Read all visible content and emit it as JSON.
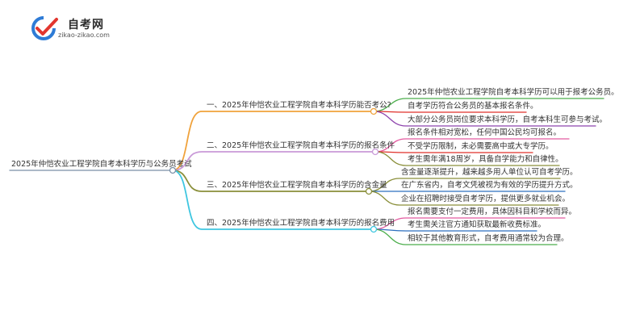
{
  "logo": {
    "name": "自考网",
    "domain": "zikao-zikao.com"
  },
  "colors": {
    "root_line": "#7a8fa6",
    "branch_1": "#f0a23b",
    "branch_2": "#c99ad8",
    "branch_3": "#8a8f3a",
    "branch_4": "#3ec6e0",
    "leaf_green": "#4cae4c",
    "leaf_red": "#e0312b",
    "leaf_purple": "#8e44ad",
    "leaf_pink": "#e45aa0",
    "leaf_olive": "#8a8f3a",
    "leaf_blue": "#2c6fbf",
    "logo_blue": "#2e7bd6",
    "logo_red": "#e2362f"
  },
  "root": {
    "label": "2025年仲恺农业工程学院自考本科学历与公务员考试"
  },
  "branches": [
    {
      "label": "一、2025年仲恺农业工程学院自考本科学历能否考公?",
      "leaves": [
        "2025年仲恺农业工程学院自考本科学历可以用于报考公务员。",
        "自考学历符合公务员的基本报名条件。",
        "大部分公务员岗位要求本科学历，自考本科生可参与考试。"
      ]
    },
    {
      "label": "二、2025年仲恺农业工程学院自考本科学历的报名条件",
      "leaves": [
        "报名条件相对宽松，任何中国公民均可报名。",
        "不受学历限制，未必需要高中或大专学历。",
        "考生需年满18周岁，具备自学能力和自律性。"
      ]
    },
    {
      "label": "三、2025年仲恺农业工程学院自考本科学历的含金量",
      "leaves": [
        "含金量逐渐提升，越来越多用人单位认可自考学历。",
        "在广东省内，自考文凭被视为有效的学历提升方式。",
        "企业在招聘时接受自考学历，提供更多就业机会。"
      ]
    },
    {
      "label": "四、2025年仲恺农业工程学院自考本科学历的报名费用",
      "leaves": [
        "报名需要支付一定费用，具体因科目和学校而异。",
        "考生需关注官方通知获取最新收费标准。",
        "相较于其他教育形式，自考费用通常较为合理。"
      ]
    }
  ]
}
